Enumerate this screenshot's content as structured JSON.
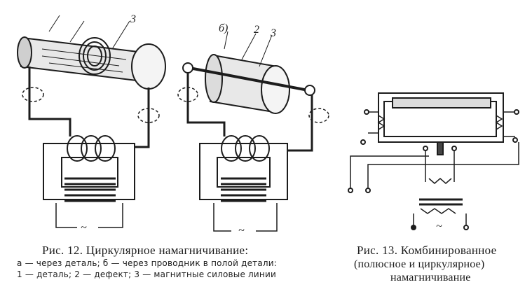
{
  "fig12": {
    "caption_title": "Рис. 12. Циркулярное намагничивание:",
    "caption_line1": "а — через деталь; б — через проводник в полой детали:",
    "caption_line2": "1 — деталь; 2 — дефект; 3 — магнитные силовые линии",
    "label_b_1": "б)",
    "label_b_2": "2",
    "label_b_3": "3",
    "label_a_3": "3",
    "tilde": "~"
  },
  "fig13": {
    "caption_line1": "Рис. 13. Комбинированное",
    "caption_line2": "(полюсное и циркулярное)",
    "caption_line3": "намагничивание",
    "tilde": "~"
  }
}
